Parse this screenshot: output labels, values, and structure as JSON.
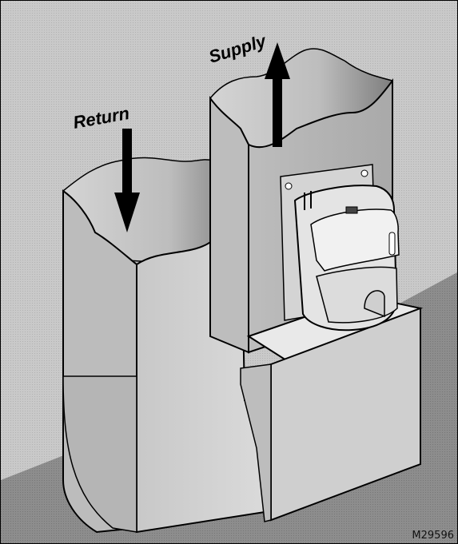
{
  "diagram": {
    "labels": {
      "return": "Return",
      "supply": "Supply"
    },
    "figure_code": "M29596",
    "colors": {
      "wall": "#c4c4c4",
      "floor": "#8a8a8a",
      "duct_light": "#d6d6d6",
      "duct_mid": "#b8b8b8",
      "duct_dark": "#8f8f8f",
      "device": "#e6e6e6",
      "outline": "#000000"
    }
  }
}
